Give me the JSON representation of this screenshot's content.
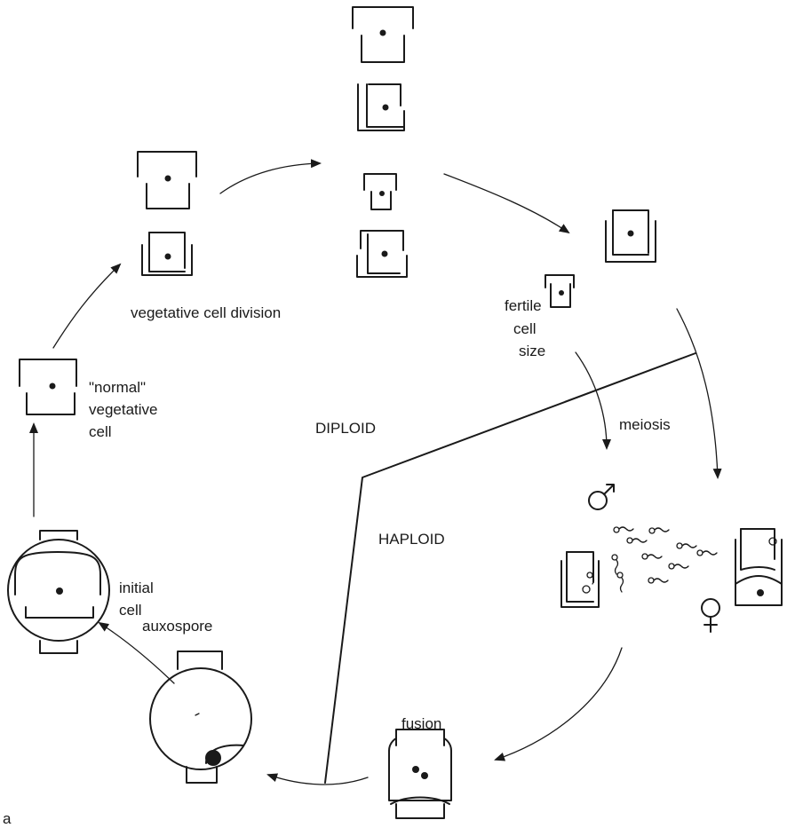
{
  "labels": {
    "vegetative_cell_division": "vegetative cell division",
    "fertile": "fertile",
    "cell": "cell",
    "size": "size",
    "normal": "\"normal\"",
    "vegetative": "vegetative",
    "cell2": "cell",
    "diploid": "DIPLOID",
    "haploid": "HAPLOID",
    "meiosis": "meiosis",
    "initial": "initial",
    "cell3": "cell",
    "auxospore": "auxospore",
    "fusion": "fusion",
    "panel": "a"
  },
  "icons": [
    "male-symbol",
    "female-symbol",
    "sperm-cell",
    "frustule-cell",
    "auxospore-circle"
  ]
}
